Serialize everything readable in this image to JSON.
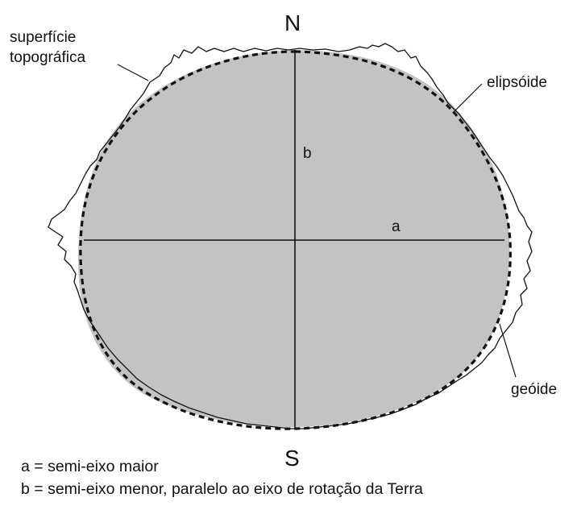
{
  "poles": {
    "north": "N",
    "south": "S"
  },
  "labels": {
    "topographic_surface": [
      "superfície",
      "topográfica"
    ],
    "ellipsoid": "elipsóide",
    "geoid": "geóide"
  },
  "axes": {
    "semi_major": "a",
    "semi_minor": "b"
  },
  "legend": [
    "a = semi-eixo maior",
    "b = semi-eixo menor, paralelo ao eixo de rotação da Terra"
  ],
  "colors": {
    "geoid_fill": "#c3c3c3",
    "lines": "#111111",
    "background": "#ffffff"
  }
}
